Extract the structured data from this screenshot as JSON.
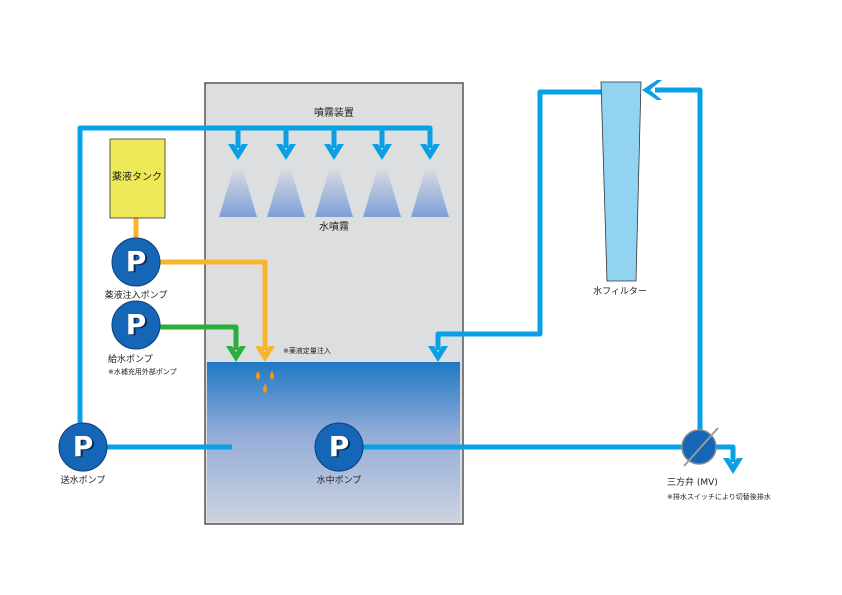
{
  "diagram": {
    "colors": {
      "water_pipe": "#0aa0e6",
      "chemical_pipe": "#f7b52c",
      "supply_pipe": "#2bae3a",
      "pump_fill": "#1566b6",
      "tank_fill": "#ede958",
      "filter_fill": "#92d3f2",
      "chamber_fill": "#dcdedf",
      "water_top": "#1e78c4",
      "water_bottom": "#ccd3df",
      "drop": "#f39a0f"
    },
    "chamber": {
      "title": "噴霧装置",
      "mist_label": "水噴霧",
      "nozzle_count": 5
    },
    "chemical_tank": {
      "label": "薬液タンク"
    },
    "pumps": [
      {
        "id": "chemical-injection-pump",
        "symbol": "P",
        "label": "薬液注入ポンプ"
      },
      {
        "id": "supply-pump",
        "symbol": "P",
        "label": "給水ポンプ",
        "note": "※水補充用外部ポンプ"
      },
      {
        "id": "feed-pump",
        "symbol": "P",
        "label": "送水ポンプ"
      },
      {
        "id": "submerged-pump",
        "symbol": "P",
        "label": "水中ポンプ"
      }
    ],
    "dosing_note": "※薬液定量注入",
    "filter": {
      "label": "水フィルター"
    },
    "valve": {
      "label": "三方弁 (MV)",
      "note": "※排水スイッチにより切替後排水"
    }
  }
}
